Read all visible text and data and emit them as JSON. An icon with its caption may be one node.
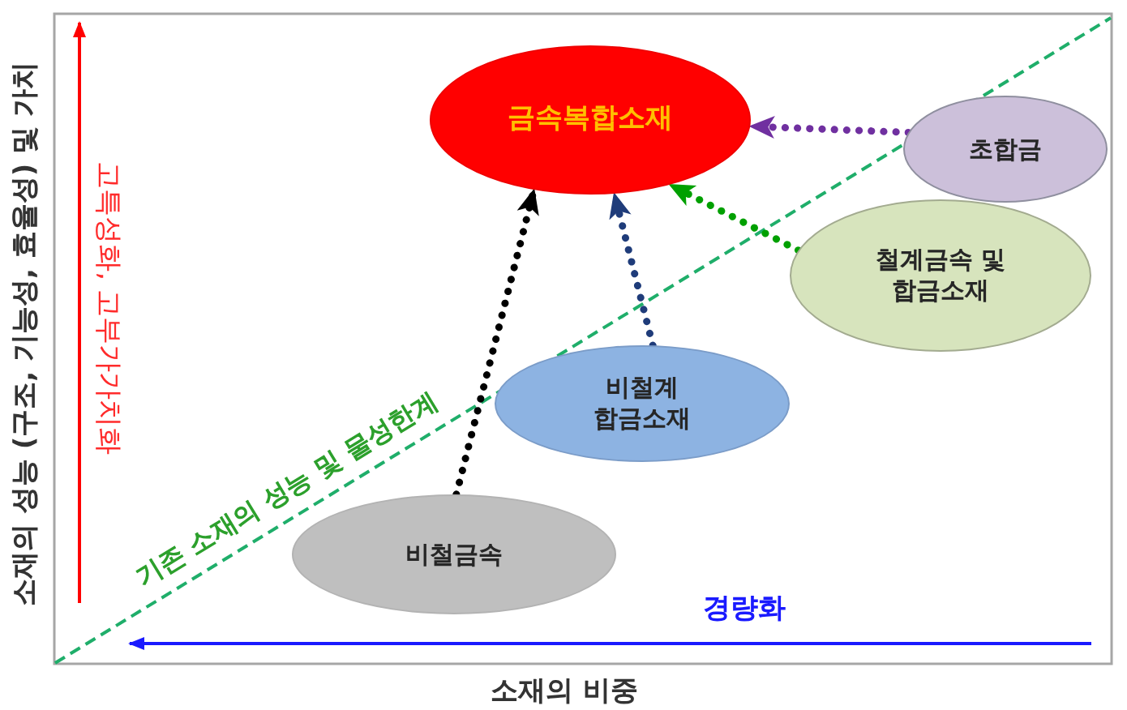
{
  "diagram": {
    "nodes": [
      {
        "text": [
          "금속복합소재"
        ]
      },
      {
        "text": [
          "초합금"
        ]
      },
      {
        "text": [
          "철계금속 및 합금소재"
        ]
      },
      {
        "text": [
          "비철계 합금소재"
        ]
      },
      {
        "text": [
          "비철금속"
        ]
      }
    ],
    "edges": [
      {
        "from": 1,
        "to": 0,
        "arrow": "to",
        "style": "dashed",
        "color": "#7030a0"
      },
      {
        "from": 2,
        "to": 0,
        "arrow": "to",
        "style": "dashed",
        "color": "#00a000"
      },
      {
        "from": 3,
        "to": 0,
        "arrow": "to",
        "style": "dashed",
        "color": "#1f3c7a"
      },
      {
        "from": 4,
        "to": 0,
        "arrow": "to",
        "style": "dashed",
        "color": "#000000"
      }
    ],
    "labels": [
      "소재의 성능 (구조, 기능성, 효율성) 및 가치",
      "고특성화, 고부가가치화",
      "기존 소재의 성능 및 물성한계",
      "경량화",
      "소재의 비중"
    ]
  }
}
